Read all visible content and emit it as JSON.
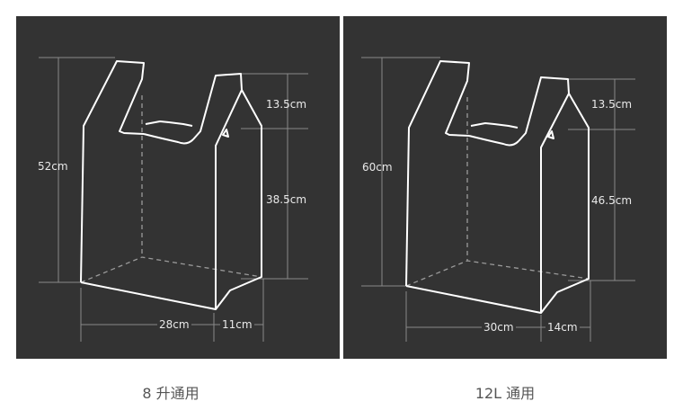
{
  "panels": [
    {
      "height_label": "52cm",
      "handle_label": "13.5cm",
      "body_label": "38.5cm",
      "width_label": "28cm",
      "gusset_label": "11cm",
      "caption": "8 升通用"
    },
    {
      "height_label": "60cm",
      "handle_label": "13.5cm",
      "body_label": "46.5cm",
      "width_label": "30cm",
      "gusset_label": "14cm",
      "caption": "12L 通用"
    }
  ],
  "colors": {
    "panel_bg": "#333333",
    "outline": "#ffffff",
    "dim_line": "#8a8a8a",
    "text": "#e9e9e9",
    "caption": "#555555"
  }
}
